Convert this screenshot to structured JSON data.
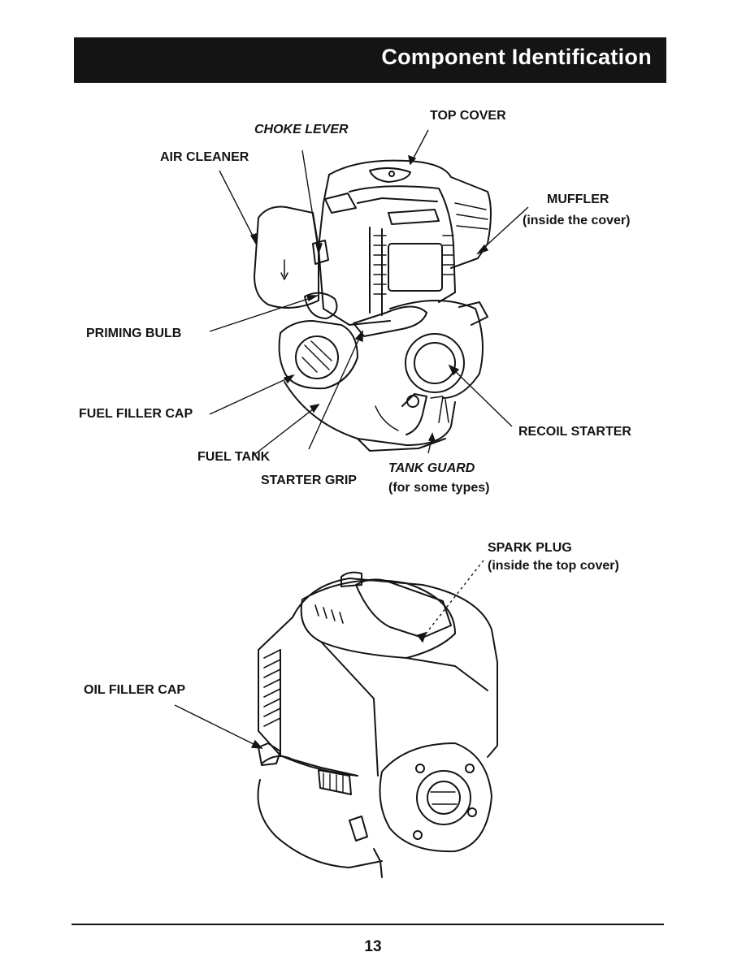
{
  "header": {
    "title": "Component Identification"
  },
  "figure1": {
    "labels": {
      "choke_lever": "CHOKE LEVER",
      "top_cover": "TOP COVER",
      "air_cleaner": "AIR CLEANER",
      "muffler": "MUFFLER",
      "muffler_note": "(inside the cover)",
      "priming_bulb": "PRIMING BULB",
      "fuel_filler_cap": "FUEL FILLER CAP",
      "recoil_starter": "RECOIL STARTER",
      "fuel_tank": "FUEL TANK",
      "tank_guard": "TANK GUARD",
      "tank_guard_note": "(for some types)",
      "starter_grip": "STARTER GRIP"
    }
  },
  "figure2": {
    "labels": {
      "spark_plug": "SPARK PLUG",
      "spark_plug_note": "(inside the top cover)",
      "oil_filler_cap": "OIL FILLER CAP"
    }
  },
  "footer": {
    "page_number": "13"
  }
}
